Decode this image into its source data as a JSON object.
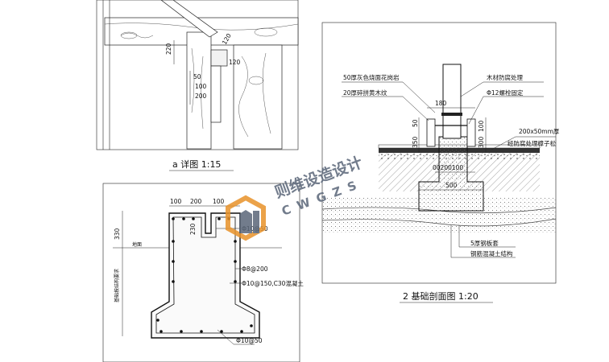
{
  "panel_a": {
    "caption": "a 详图 1:15",
    "dims": {
      "d1": "220",
      "d2": "120",
      "d3": "120",
      "d4": "50",
      "d5": "100",
      "d6": "200"
    }
  },
  "panel_b": {
    "dims_top": [
      "100",
      "200",
      "100"
    ],
    "dim_230": "230",
    "dim_330": "330",
    "ground_label": "地面",
    "side_label": "基础按结构要求",
    "labels": {
      "l1": "Φ10@50",
      "l2": "Φ8@200",
      "l3": "Φ10@150,C30混凝土",
      "l4": "Φ10@50"
    }
  },
  "panel_2": {
    "caption": "2 基础剖面图 1:20",
    "labels": {
      "granite": "50厚灰色烧面花岗岩",
      "gravel": "20厚碎拼黄木纹",
      "anti_rot": "木材防腐处理",
      "bolt": "Φ12螺栓固定",
      "pine_1": "200x50mm厚",
      "pine_2": "经防腐处理樟子松",
      "plate": "5厚钢板套",
      "concrete": "钢筋混凝土结构"
    },
    "dims": {
      "d180": "180",
      "d50": "50",
      "d350": "350",
      "d100": "100",
      "d300": "300",
      "d_row": "00200100",
      "d500": "500"
    }
  },
  "watermark": {
    "text": "则维设造设计",
    "letters": "CWGZS"
  },
  "colors": {
    "line": "#1a1a1a",
    "hatch": "#777777",
    "watermark": "#5a6678",
    "accent": "#e8922a"
  }
}
